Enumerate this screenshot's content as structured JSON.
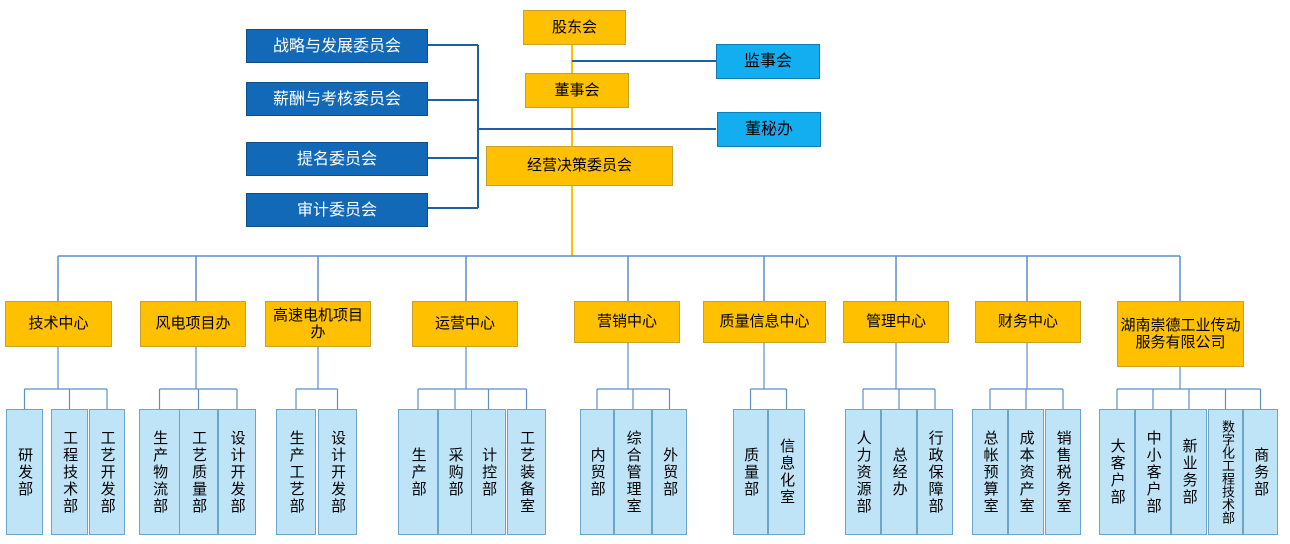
{
  "top": {
    "shareholders": "股东会",
    "board": "董事会",
    "supervisors": "监事会",
    "board_secretary": "董秘办",
    "exec_committee": "经营决策委员会"
  },
  "committees": [
    "战略与发展委员会",
    "薪酬与考核委员会",
    "提名委员会",
    "审计委员会"
  ],
  "centers": [
    {
      "name": "技术中心",
      "units": [
        "研发部",
        "工程技术部",
        "工艺开发部"
      ]
    },
    {
      "name": "风电项目办",
      "units": [
        "生产物流部",
        "工艺质量部",
        "设计开发部"
      ]
    },
    {
      "name": "高速电机项目办",
      "units": [
        "生产工艺部",
        "设计开发部"
      ]
    },
    {
      "name": "运营中心",
      "units": [
        "生产部",
        "采购部",
        "计控部",
        "工艺装备室"
      ]
    },
    {
      "name": "营销中心",
      "units": [
        "内贸部",
        "综合管理室",
        "外贸部"
      ]
    },
    {
      "name": "质量信息中心",
      "units": [
        "质量部",
        "信息化室"
      ]
    },
    {
      "name": "管理中心",
      "units": [
        "人力资源部",
        "总经办",
        "行政保障部"
      ]
    },
    {
      "name": "财务中心",
      "units": [
        "总帐预算室",
        "成本资产室",
        "销售税务室"
      ]
    },
    {
      "name": "湖南崇德工业传动服务有限公司",
      "units": [
        "大客户部",
        "中小客户部",
        "新业务部",
        "数字化工程技术部",
        "商务部"
      ]
    }
  ]
}
